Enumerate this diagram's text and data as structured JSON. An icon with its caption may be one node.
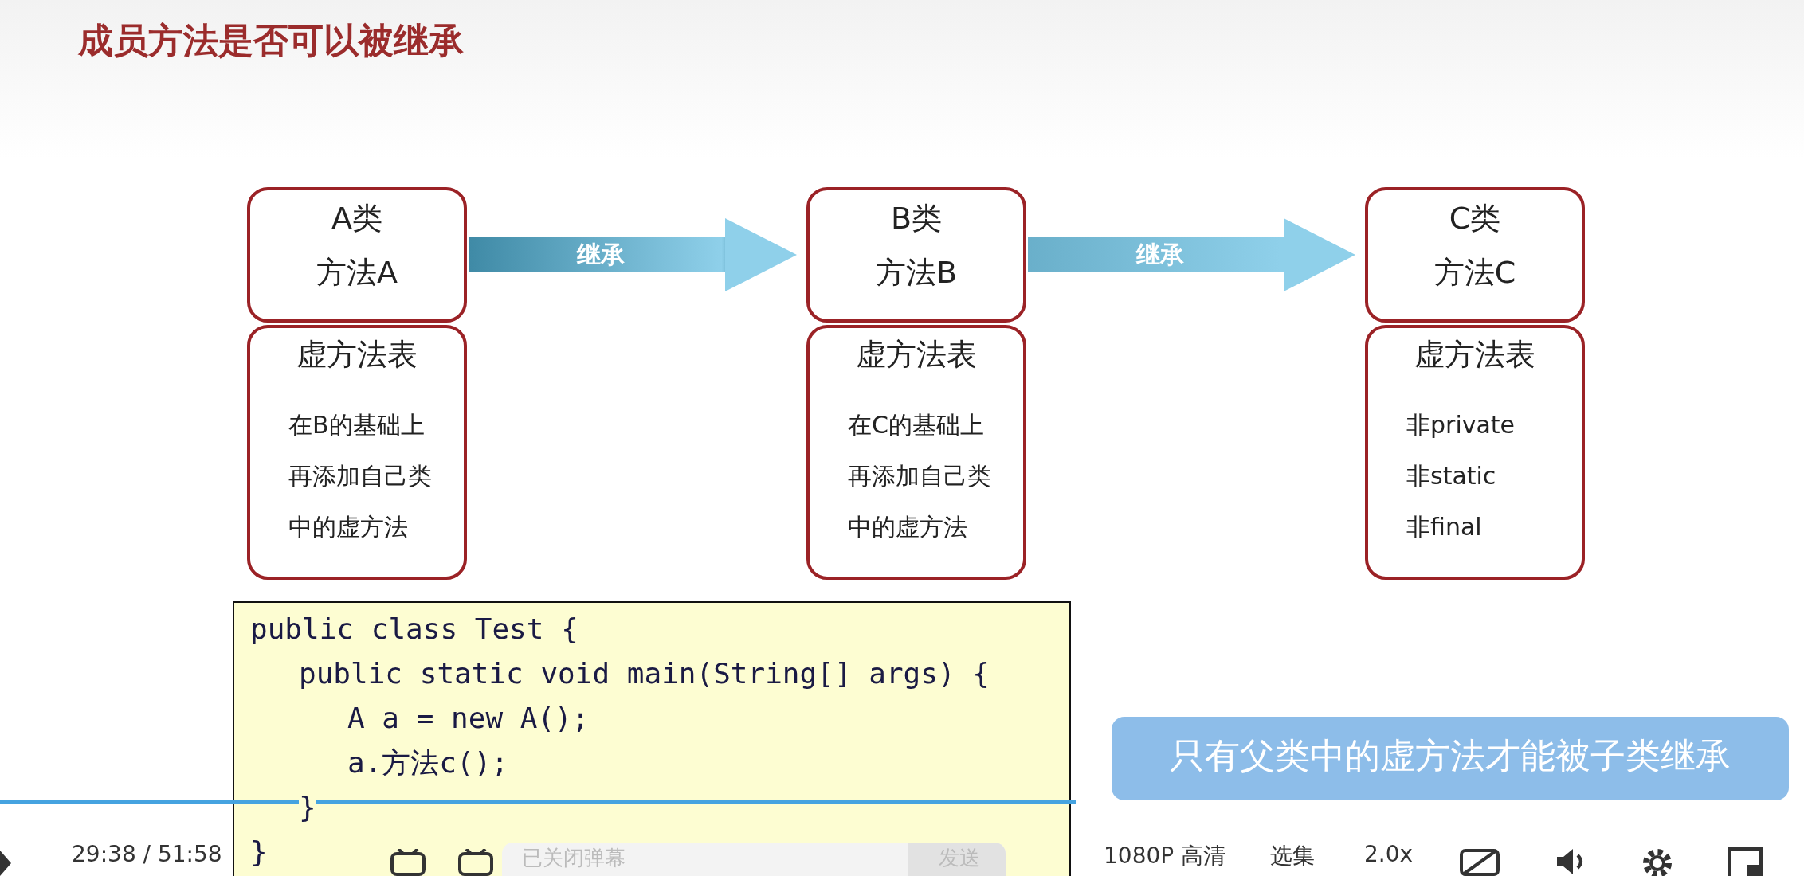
{
  "diagram": {
    "title": "成员方法是否可以被继承",
    "nodes": [
      {
        "text": [
          "A类",
          "方法A"
        ]
      },
      {
        "text": [
          "虚方法表",
          "在B的基础上再添加自己类中的虚方法"
        ]
      },
      {
        "text": [
          "B类",
          "方法B"
        ]
      },
      {
        "text": [
          "虚方法表",
          "在C的基础上再添加自己类中的虚方法"
        ]
      },
      {
        "text": [
          "C类",
          "方法C"
        ]
      },
      {
        "text": [
          "虚方法表",
          "非private",
          "非static",
          "非final"
        ]
      },
      {
        "text": [
          "public class Test {",
          "public static void main(String[] args) {",
          "A a = new A();",
          "a.方法c();",
          "}",
          "}"
        ]
      },
      {
        "text": [
          "只有父类中的虚方法才能被子类继承"
        ]
      }
    ],
    "edges": [
      {
        "from": 0,
        "to": 2,
        "arrow": "to",
        "label": "继承"
      },
      {
        "from": 2,
        "to": 4,
        "arrow": "to",
        "label": "继承"
      }
    ],
    "labels": [
      "29:38 / 51:58",
      "已关闭弹幕",
      "发送",
      "1080P 高清",
      "选集",
      "2.0x"
    ]
  }
}
